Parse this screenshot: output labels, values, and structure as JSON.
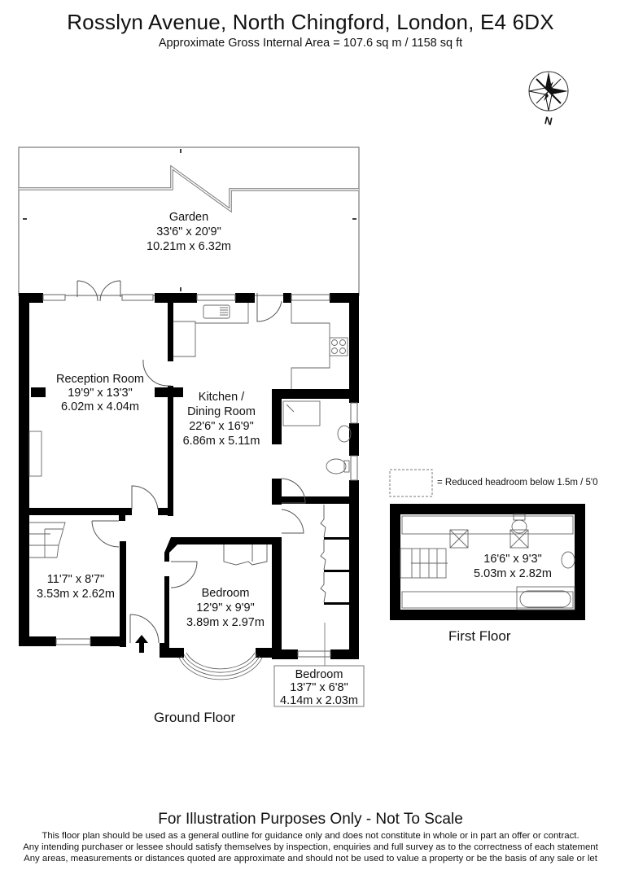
{
  "header": {
    "title": "Rosslyn Avenue, North Chingford, London, E4 6DX",
    "subtitle": "Approximate Gross Internal Area = 107.6 sq m / 1158 sq ft"
  },
  "compass": {
    "icon": "north-compass-icon",
    "label": "N"
  },
  "ground_floor": {
    "label": "Ground Floor",
    "rooms": [
      {
        "name": "Garden",
        "imperial": "33'6\" x 20'9\"",
        "metric": "10.21m x 6.32m"
      },
      {
        "name": "Reception Room",
        "imperial": "19'9\" x 13'3\"",
        "metric": "6.02m x 4.04m"
      },
      {
        "name_line1": "Kitchen /",
        "name_line2": "Dining Room",
        "imperial": "22'6\" x 16'9\"",
        "metric": "6.86m x 5.11m"
      },
      {
        "name": "",
        "imperial": "11'7\" x 8'7\"",
        "metric": "3.53m x 2.62m"
      },
      {
        "name": "Bedroom",
        "imperial": "12'9\" x 9'9\"",
        "metric": "3.89m x 2.97m"
      },
      {
        "name": "Bedroom",
        "imperial": "13'7\" x 6'8\"",
        "metric": "4.14m x 2.03m"
      }
    ]
  },
  "first_floor": {
    "label": "First Floor",
    "rooms": [
      {
        "name": "",
        "imperial": "16'6\" x 9'3\"",
        "metric": "5.03m x 2.82m"
      }
    ]
  },
  "legend": {
    "text": "= Reduced headroom below 1.5m / 5'0"
  },
  "footer": {
    "title": "For Illustration Purposes Only - Not To Scale",
    "lines": [
      "This floor plan should be used as a general outline for guidance only and does not constitute in whole or in part an offer or contract.",
      "Any intending purchaser or lessee should satisfy themselves by inspection, enquiries and full survey as to the correctness of each statement",
      "Any areas, measurements or distances quoted are approximate and should not be used to value a property or be the basis of any sale or let"
    ]
  },
  "colors": {
    "wall": "#000000",
    "line": "#555555",
    "background": "#ffffff"
  }
}
